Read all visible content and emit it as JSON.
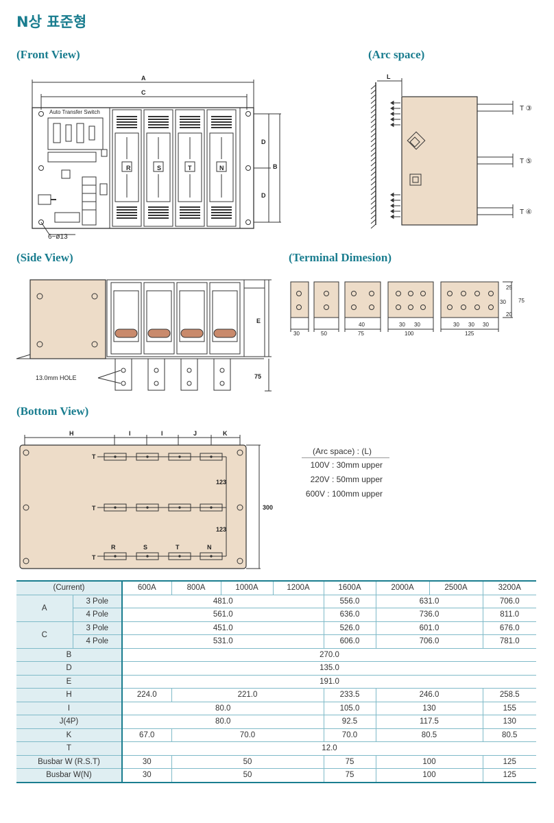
{
  "page_title": "N상 표준형",
  "sections": {
    "front_view": "(Front View)",
    "arc_space": "(Arc space)",
    "side_view": "(Side View)",
    "terminal_dimension": "(Terminal Dimesion)",
    "bottom_view": "(Bottom View)"
  },
  "front_view": {
    "dim_a": "A",
    "dim_c": "C",
    "dim_d": "D",
    "dim_b": "B",
    "panel_title": "Auto Transfer Switch",
    "hole_label": "6−ø13",
    "poles": [
      "R",
      "S",
      "T",
      "N"
    ]
  },
  "arc_view": {
    "dim_l": "L",
    "t3": "T ③",
    "t5": "T ⑤",
    "t4": "T ④"
  },
  "side_view": {
    "dim_e": "E",
    "dim_75": "75",
    "hole_label": "13.0mm HOLE"
  },
  "terminal_view": {
    "widths": [
      "30",
      "50",
      "75",
      "100",
      "125"
    ],
    "pitch_40": "40",
    "pitch_30": "30",
    "top_25": "25",
    "mid_30": "30",
    "bot_20": "20",
    "total_75": "75"
  },
  "bottom_view": {
    "dim_h": "H",
    "dim_i": "I",
    "dim_j": "J",
    "dim_k": "K",
    "dim_300": "300",
    "dim_123": "123",
    "t_label": "T",
    "poles": [
      "R",
      "S",
      "T",
      "N"
    ]
  },
  "arc_note": {
    "heading": "(Arc space) : (L)",
    "rows": [
      "100V : 30mm upper",
      "220V : 50mm upper",
      "600V : 100mm upper"
    ]
  },
  "table": {
    "header": [
      "(Current)",
      "600A",
      "800A",
      "1000A",
      "1200A",
      "1600A",
      "2000A",
      "2500A",
      "3200A"
    ],
    "a_label": "A",
    "c_label": "C",
    "pole3": "3 Pole",
    "pole4": "4 Pole",
    "a3": [
      "481.0",
      "556.0",
      "631.0",
      "706.0"
    ],
    "a4": [
      "561.0",
      "636.0",
      "736.0",
      "811.0"
    ],
    "c3": [
      "451.0",
      "526.0",
      "601.0",
      "676.0"
    ],
    "c4": [
      "531.0",
      "606.0",
      "706.0",
      "781.0"
    ],
    "b": [
      "B",
      "270.0"
    ],
    "d": [
      "D",
      "135.0"
    ],
    "e": [
      "E",
      "191.0"
    ],
    "h": [
      "H",
      "224.0",
      "221.0",
      "233.5",
      "246.0",
      "258.5"
    ],
    "i": [
      "I",
      "80.0",
      "105.0",
      "130",
      "155"
    ],
    "j": [
      "J(4P)",
      "80.0",
      "92.5",
      "117.5",
      "130"
    ],
    "k": [
      "K",
      "67.0",
      "70.0",
      "70.0",
      "80.5",
      "80.5"
    ],
    "t": [
      "T",
      "12.0"
    ],
    "bw_rst": [
      "Busbar W (R.S.T)",
      "30",
      "50",
      "75",
      "100",
      "125"
    ],
    "bw_n": [
      "Busbar W(N)",
      "30",
      "50",
      "75",
      "100",
      "125"
    ]
  },
  "colors": {
    "accent": "#1a7d8f",
    "panel_fill": "#eddcc8",
    "table_label_bg": "#dfeef2"
  }
}
